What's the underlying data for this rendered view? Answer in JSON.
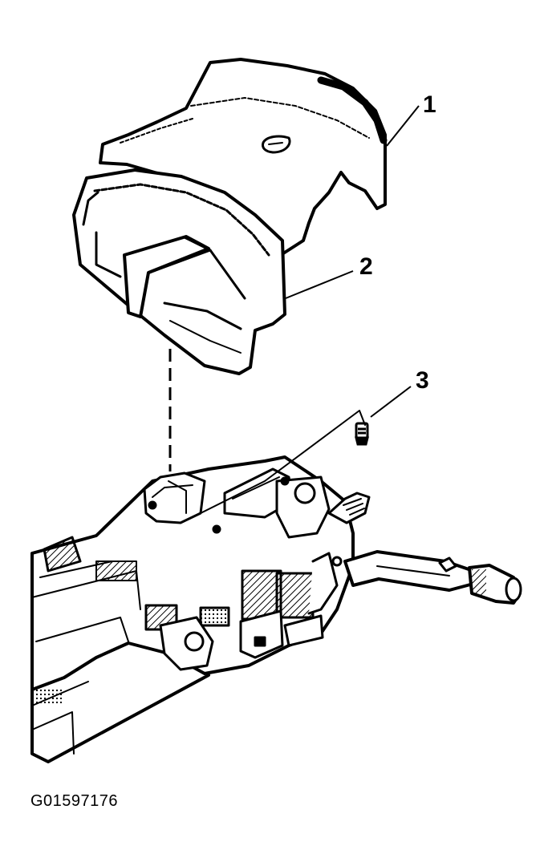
{
  "callouts": [
    {
      "id": "1",
      "text": "1"
    },
    {
      "id": "2",
      "text": "2"
    },
    {
      "id": "3",
      "text": "3"
    }
  ],
  "figure_code": "G01597176",
  "colors": {
    "ink": "#000000",
    "paper": "#ffffff"
  }
}
